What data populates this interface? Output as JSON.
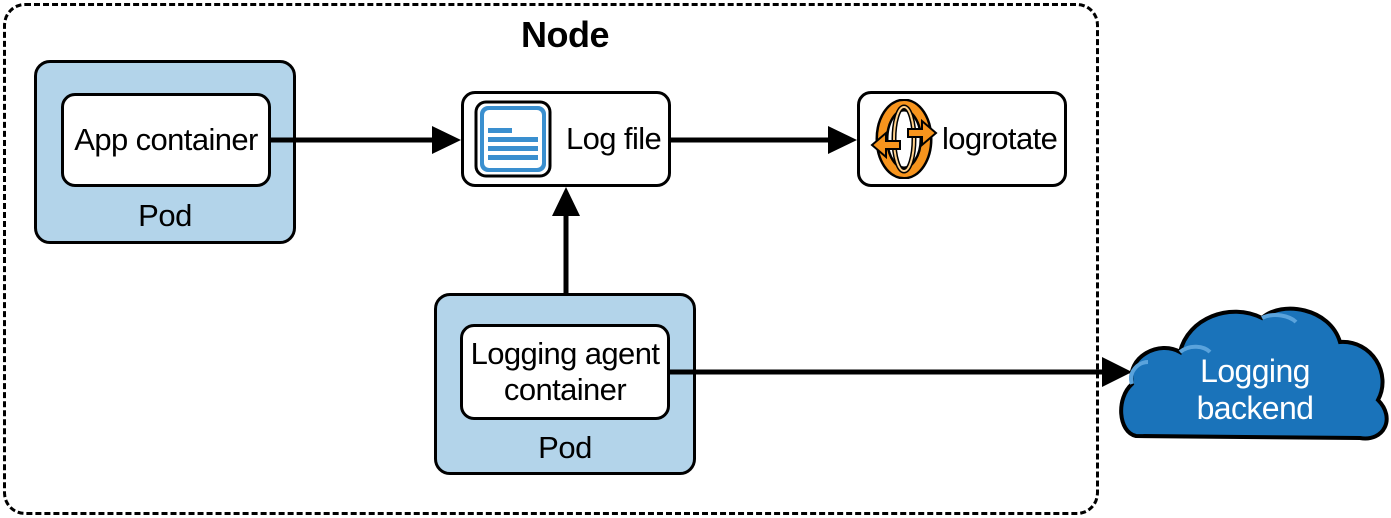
{
  "node": {
    "title": "Node"
  },
  "app_pod": {
    "container_label": "App container",
    "pod_label": "Pod"
  },
  "log_file": {
    "label": "Log file",
    "icon": "document-lines-icon"
  },
  "logrotate": {
    "label": "logrotate",
    "icon": "rotate-cycle-icon"
  },
  "agent_pod": {
    "container_label_line1": "Logging agent",
    "container_label_line2": "container",
    "pod_label": "Pod"
  },
  "backend": {
    "line1": "Logging",
    "line2": "backend",
    "icon": "cloud-icon"
  },
  "colors": {
    "pod_fill": "#b3d4ea",
    "cloud_fill": "#1a73ba",
    "icon_blue": "#3a8fcf",
    "rotate_orange": "#f7941d"
  }
}
